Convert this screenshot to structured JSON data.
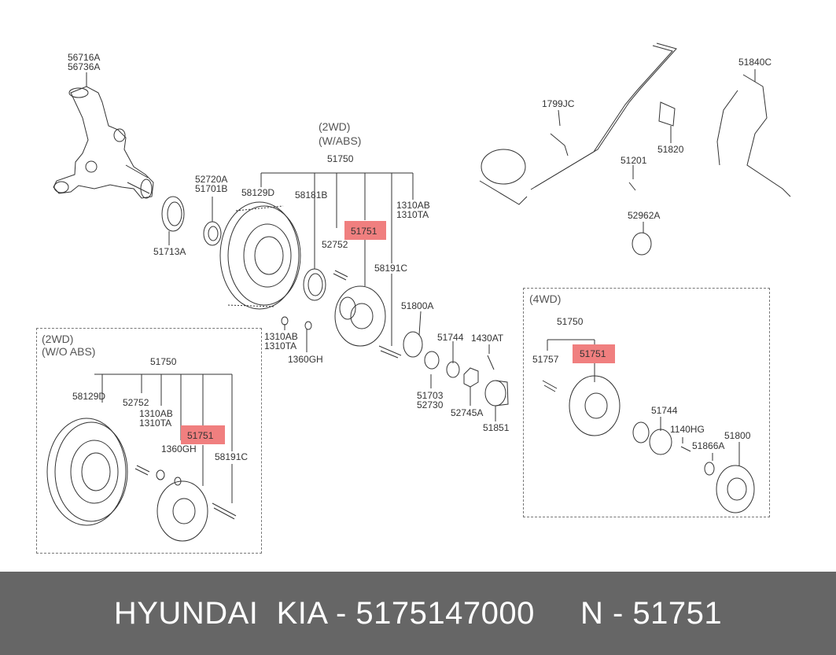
{
  "colors": {
    "highlight": "#f07f7f",
    "footer_bg": "#666666",
    "footer_text": "#ffffff",
    "line": "#333333"
  },
  "labels": {
    "knuckle_a": "56716A",
    "knuckle_b": "56736A",
    "seal_51713A": "51713A",
    "ring_a": "52720A",
    "ring_b": "51701B",
    "top_2wd": "(2WD)",
    "top_wabs": "(W/ABS)",
    "top_51750": "51750",
    "top_58129D": "58129D",
    "top_58181B": "58181B",
    "top_1310AB": "1310AB",
    "top_1310TA": "1310TA",
    "top_51751": "51751",
    "top_52752": "52752",
    "top_58191C": "58191C",
    "top_51800A": "51800A",
    "nut_1310AB": "1310AB",
    "nut_1310TA": "1310TA",
    "washer_1360GH": "1360GH",
    "p_51744": "51744",
    "p_1430AT": "1430AT",
    "p_51703": "51703",
    "p_52730": "52730",
    "p_52745A": "52745A",
    "p_51851": "51851",
    "p_1799JC": "1799JC",
    "p_51820": "51820",
    "p_51201": "51201",
    "p_52962A": "52962A",
    "p_51840C": "51840C",
    "left_2wd": "(2WD)",
    "left_woabs": "(W/O ABS)",
    "left_51750": "51750",
    "left_58129D": "58129D",
    "left_52752": "52752",
    "left_1310AB": "1310AB",
    "left_1310TA": "1310TA",
    "left_51751": "51751",
    "left_1360GH": "1360GH",
    "left_58191C": "58191C",
    "r_4wd": "(4WD)",
    "r_51750": "51750",
    "r_51757": "51757",
    "r_51751": "51751",
    "r_51744": "51744",
    "r_1140HG": "1140HG",
    "r_51800": "51800",
    "r_51866A": "51866A"
  },
  "footer": {
    "brand": "HYUNDAI  KIA - 5175147000",
    "number": "N - 51751"
  }
}
